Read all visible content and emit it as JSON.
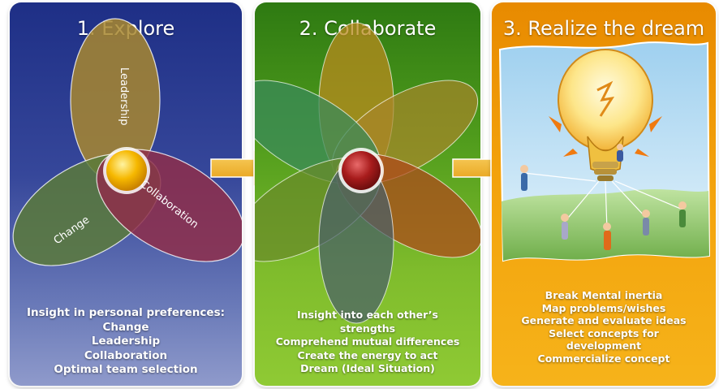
{
  "panels": [
    {
      "title": "1. Explore",
      "petals": [
        "Leadership",
        "Collaboration",
        "Change"
      ],
      "items": [
        "Insight in personal preferences:",
        "Change",
        "Leadership",
        "Collaboration",
        "Optimal team selection"
      ]
    },
    {
      "title": "2. Collaborate",
      "items": [
        "Insight into each other’s",
        "strengths",
        "Comprehend mutual differences",
        "Create the energy to act",
        "Dream (Ideal Situation)"
      ]
    },
    {
      "title": "3. Realize the dream",
      "items": [
        "Break Mental inertia",
        "Map problems/wishes",
        "Generate and evaluate ideas",
        "Select  concepts for",
        "development",
        "Commercialize concept"
      ]
    }
  ],
  "colors": {
    "explore_bg": "#2c3d91",
    "collaborate_bg": "#5aa420",
    "realize_bg": "#f2a00d",
    "arrow": "#f5b21c",
    "center_explore": "#f6b800",
    "center_collaborate": "#a81c1c"
  },
  "icons": [
    "lightbulb-balloon-icon",
    "arrow-right-icon"
  ]
}
